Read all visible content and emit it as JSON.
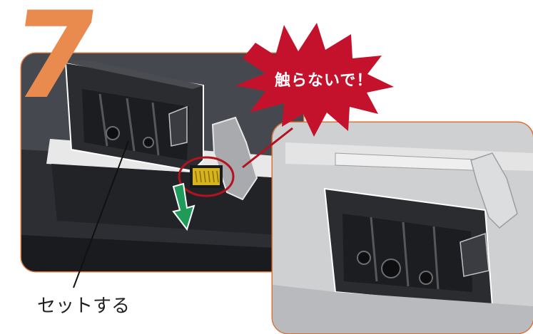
{
  "step": {
    "number": "7"
  },
  "warning": {
    "text": "触らないで！"
  },
  "caption": {
    "text": "セットする"
  },
  "colors": {
    "accent_orange": "#e98b4f",
    "frame_orange": "#d8733a",
    "warning_red": "#c5122c",
    "warning_highlight": "#b3121f",
    "slot_yellow": "#d7b31c",
    "arrow_green": "#1f9b59"
  }
}
